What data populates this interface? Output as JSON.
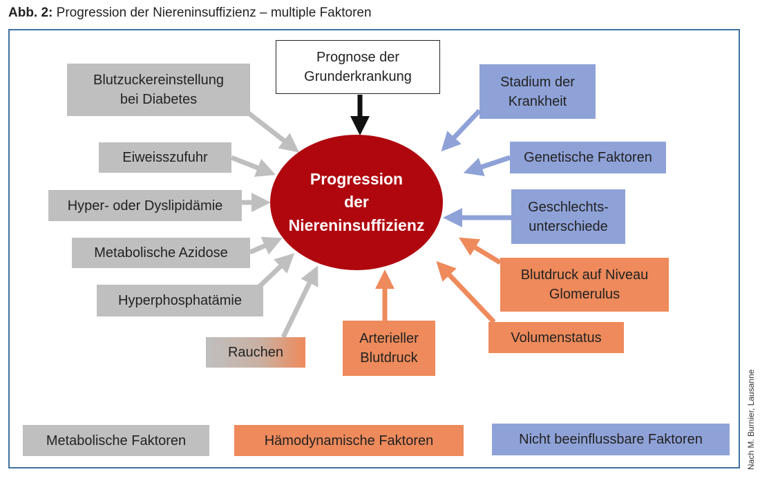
{
  "title": {
    "prefix": "Abb. 2:",
    "text": "Progression der Niereninsuffizienz – multiple Faktoren"
  },
  "center": {
    "line1": "Progression",
    "line2": "der",
    "line3": "Niereninsuffizienz"
  },
  "factors": {
    "prognose": {
      "line1": "Prognose der",
      "line2": "Grunderkrankung"
    },
    "blutzucker": {
      "line1": "Blutzuckereinstellung",
      "line2": "bei Diabetes"
    },
    "eiweiss": "Eiweisszufuhr",
    "hyper": "Hyper- oder Dyslipidämie",
    "azidose": "Metabolische Azidose",
    "phosphat": "Hyperphosphatämie",
    "rauchen": "Rauchen",
    "arteriell": {
      "line1": "Arterieller",
      "line2": "Blutdruck"
    },
    "volumen": "Volumenstatus",
    "glomerulus": {
      "line1": "Blutdruck auf Niveau",
      "line2": "Glomerulus"
    },
    "geschlecht": {
      "line1": "Geschlechts-",
      "line2": "unterschiede"
    },
    "genetisch": "Genetische Faktoren",
    "stadium": {
      "line1": "Stadium der",
      "line2": "Krankheit"
    }
  },
  "legend": {
    "metabolic": "Metabolische Faktoren",
    "hemodynamic": "Hämodynamische Faktoren",
    "fixed": "Nicht beeinflussbare Faktoren"
  },
  "credit": "Nach M. Burnier, Lausanne",
  "colors": {
    "metabolic": "#bfbfbf",
    "hemodynamic": "#ee8a5b",
    "fixed": "#8fa2d8",
    "center": "#b0070f",
    "frame": "#3f6f9f"
  }
}
